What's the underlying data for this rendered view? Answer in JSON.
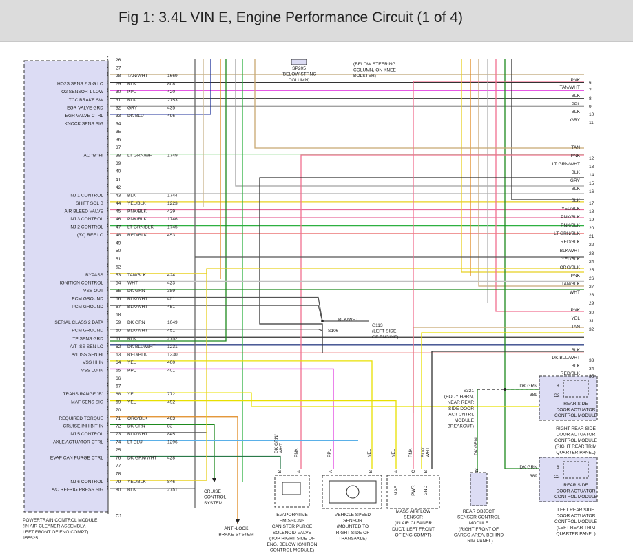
{
  "header": {
    "title": "Fig 1: 3.4L VIN E, Engine Performance Circuit (1 of 4)"
  },
  "colors": {
    "tan_wht": "#c8b48c",
    "blk": "#333333",
    "ppl": "#e040e0",
    "gry": "#a0a0a0",
    "dk_blu": "#1c2f9a",
    "lt_grn_wht": "#66cc66",
    "yel_blk": "#e8d020",
    "pnk_blk": "#e86a9a",
    "pnk": "#f07090",
    "lt_grn_blk": "#2db040",
    "red_blk": "#e23030",
    "tan_blk": "#c8a878",
    "dk_grn": "#1e8a1e",
    "yel": "#e8e000",
    "blk_wht": "#555555",
    "org_blk": "#e08a20",
    "lt_blu": "#5ab0e8",
    "tan": "#c8a870",
    "pcm_fill": "#dcdcf4"
  },
  "pcm": {
    "label_lines": [
      "POWERTRAIN CONTROL MODULE",
      "(IN AIR CLEANER ASSEMBLY,",
      "LEFT FRONT OF ENG COMPT)"
    ],
    "part_number": "155525",
    "connector_id": "C1",
    "pins": [
      {
        "pin": "26",
        "func": "",
        "color": "",
        "circuit": ""
      },
      {
        "pin": "27",
        "func": "",
        "color": "",
        "circuit": ""
      },
      {
        "pin": "28",
        "func": "",
        "color": "TAN/WHT",
        "circuit": "1669"
      },
      {
        "pin": "29",
        "func": "HO2S SENS 2 SIG LO",
        "color": "BLK",
        "circuit": "808"
      },
      {
        "pin": "30",
        "func": "O2 SENSOR 1 LOW",
        "color": "PPL",
        "circuit": "420"
      },
      {
        "pin": "31",
        "func": "TCC BRAKE SW",
        "color": "BLK",
        "circuit": "2753"
      },
      {
        "pin": "32",
        "func": "EGR VALVE GRD",
        "color": "GRY",
        "circuit": "435"
      },
      {
        "pin": "33",
        "func": "EGR VALVE CTRL",
        "color": "DK BLU",
        "circuit": "496"
      },
      {
        "pin": "34",
        "func": "KNOCK SENS SIG",
        "color": "",
        "circuit": ""
      },
      {
        "pin": "35",
        "func": "",
        "color": "",
        "circuit": ""
      },
      {
        "pin": "36",
        "func": "",
        "color": "",
        "circuit": ""
      },
      {
        "pin": "37",
        "func": "",
        "color": "",
        "circuit": ""
      },
      {
        "pin": "38",
        "func": "IAC \"B\" HI",
        "color": "LT GRN/WHT",
        "circuit": "1749"
      },
      {
        "pin": "39",
        "func": "",
        "color": "",
        "circuit": ""
      },
      {
        "pin": "40",
        "func": "",
        "color": "",
        "circuit": ""
      },
      {
        "pin": "41",
        "func": "",
        "color": "",
        "circuit": ""
      },
      {
        "pin": "42",
        "func": "",
        "color": "",
        "circuit": ""
      },
      {
        "pin": "43",
        "func": "INJ 1 CONTROL",
        "color": "BLK",
        "circuit": "1744"
      },
      {
        "pin": "44",
        "func": "SHIFT SOL B",
        "color": "YEL/BLK",
        "circuit": "1223"
      },
      {
        "pin": "45",
        "func": "AIR BLEED VALVE",
        "color": "PNK/BLK",
        "circuit": "429"
      },
      {
        "pin": "46",
        "func": "INJ 3 CONTROL",
        "color": "PNK/BLK",
        "circuit": "1746"
      },
      {
        "pin": "47",
        "func": "INJ 2 CONTROL",
        "color": "LT GRN/BLK",
        "circuit": "1745"
      },
      {
        "pin": "48",
        "func": "(3X) REF LO",
        "color": "RED/BLK",
        "circuit": "453"
      },
      {
        "pin": "49",
        "func": "",
        "color": "",
        "circuit": ""
      },
      {
        "pin": "50",
        "func": "",
        "color": "",
        "circuit": ""
      },
      {
        "pin": "51",
        "func": "",
        "color": "",
        "circuit": ""
      },
      {
        "pin": "52",
        "func": "",
        "color": "",
        "circuit": ""
      },
      {
        "pin": "53",
        "func": "BYPASS",
        "color": "TAN/BLK",
        "circuit": "424"
      },
      {
        "pin": "54",
        "func": "IGNITION CONTROL",
        "color": "WHT",
        "circuit": "423"
      },
      {
        "pin": "55",
        "func": "VSS OUT",
        "color": "DK GRN",
        "circuit": "389"
      },
      {
        "pin": "56",
        "func": "PCM GROUND",
        "color": "BLK/WHT",
        "circuit": "451"
      },
      {
        "pin": "57",
        "func": "PCM GROUND",
        "color": "BLK/WHT",
        "circuit": "451"
      },
      {
        "pin": "58",
        "func": "",
        "color": "",
        "circuit": ""
      },
      {
        "pin": "59",
        "func": "SERIAL CLASS 2 DATA",
        "color": "DK GRN",
        "circuit": "1049"
      },
      {
        "pin": "60",
        "func": "PCM GROUND",
        "color": "BLK/WHT",
        "circuit": "451"
      },
      {
        "pin": "61",
        "func": "TP SENS GRD",
        "color": "BLK",
        "circuit": "2752"
      },
      {
        "pin": "62",
        "func": "A/T ISS SEN LO",
        "color": "DK BLU/WHT",
        "circuit": "1231"
      },
      {
        "pin": "63",
        "func": "A/T ISS SEN HI",
        "color": "RED/BLK",
        "circuit": "1230"
      },
      {
        "pin": "64",
        "func": "VSS HI IN",
        "color": "YEL",
        "circuit": "400"
      },
      {
        "pin": "65",
        "func": "VSS LO IN",
        "color": "PPL",
        "circuit": "401"
      },
      {
        "pin": "66",
        "func": "",
        "color": "",
        "circuit": ""
      },
      {
        "pin": "67",
        "func": "",
        "color": "",
        "circuit": ""
      },
      {
        "pin": "68",
        "func": "TRANS RANGE \"B\"",
        "color": "YEL",
        "circuit": "772"
      },
      {
        "pin": "69",
        "func": "MAF SENS SIG",
        "color": "YEL",
        "circuit": "492"
      },
      {
        "pin": "70",
        "func": "",
        "color": "",
        "circuit": ""
      },
      {
        "pin": "71",
        "func": "REQUIRED TORQUE",
        "color": "ORG/BLK",
        "circuit": "463"
      },
      {
        "pin": "72",
        "func": "CRUISE INHIBIT IN",
        "color": "DK GRN",
        "circuit": "83"
      },
      {
        "pin": "73",
        "func": "INJ 5 CONTROL",
        "color": "BLK/WHT",
        "circuit": "845"
      },
      {
        "pin": "74",
        "func": "AXLE ACTUATOR CTRL",
        "color": "LT BLU",
        "circuit": "1296"
      },
      {
        "pin": "75",
        "func": "",
        "color": "",
        "circuit": ""
      },
      {
        "pin": "76",
        "func": "EVAP CAN PURGE CTRL",
        "color": "DK GRN/WHT",
        "circuit": "428"
      },
      {
        "pin": "77",
        "func": "",
        "color": "",
        "circuit": ""
      },
      {
        "pin": "78",
        "func": "",
        "color": "",
        "circuit": ""
      },
      {
        "pin": "79",
        "func": "INJ 6 CONTROL",
        "color": "YEL/BLK",
        "circuit": "846"
      },
      {
        "pin": "80",
        "func": "A/C REFRIG PRESS SIG",
        "color": "BLK",
        "circuit": "2751"
      }
    ]
  },
  "right_wires": [
    {
      "n": "6",
      "color": "PNK"
    },
    {
      "n": "7",
      "color": "TAN/WHT"
    },
    {
      "n": "8",
      "color": "BLK"
    },
    {
      "n": "9",
      "color": "PPL"
    },
    {
      "n": "10",
      "color": "BLK"
    },
    {
      "n": "11",
      "color": "GRY"
    },
    {
      "n": "",
      "color": "TAN"
    },
    {
      "n": "12",
      "color": "PNK"
    },
    {
      "n": "13",
      "color": "LT GRN/WHT"
    },
    {
      "n": "14",
      "color": "BLK"
    },
    {
      "n": "15",
      "color": "GRY"
    },
    {
      "n": "16",
      "color": "BLK"
    },
    {
      "n": "17",
      "color": "BLK"
    },
    {
      "n": "18",
      "color": "YEL/BLK"
    },
    {
      "n": "19",
      "color": "PNK/BLK"
    },
    {
      "n": "20",
      "color": "PNK/BLK"
    },
    {
      "n": "21",
      "color": "LT GRN/BLK"
    },
    {
      "n": "22",
      "color": "RED/BLK"
    },
    {
      "n": "23",
      "color": "BLK/WHT"
    },
    {
      "n": "24",
      "color": "YEL/BLK"
    },
    {
      "n": "25",
      "color": "ORG/BLK"
    },
    {
      "n": "26",
      "color": "PNK"
    },
    {
      "n": "27",
      "color": "TAN/BLK"
    },
    {
      "n": "28",
      "color": "WHT"
    },
    {
      "n": "29",
      "color": ""
    },
    {
      "n": "30",
      "color": "PNK"
    },
    {
      "n": "31",
      "color": "YEL"
    },
    {
      "n": "32",
      "color": "TAN"
    },
    {
      "n": "",
      "color": "BLK"
    },
    {
      "n": "33",
      "color": "DK BLU/WHT"
    },
    {
      "n": "34",
      "color": "BLK"
    },
    {
      "n": "35",
      "color": "RED/BLK"
    }
  ],
  "labels": {
    "sp205": [
      "SP205",
      "(BELOW STRNG",
      "COLUMN)"
    ],
    "steering": [
      "(BELOW STEERING",
      "COLUMN, ON KNEE",
      "BOLSTER)"
    ],
    "s106": "S106",
    "g113_wire": "BLK/WHT",
    "g113": [
      "G113",
      "(LEFT SIDE",
      "OF ENGINE)"
    ],
    "s321": [
      "S321",
      "(BODY HARN,",
      "NEAR REAR",
      "SIDE DOOR",
      "ACT CNTRL",
      "MODULE",
      "BREAKOUT)"
    ],
    "cruise": [
      "CRUISE",
      "CONTROL",
      "SYSTEM"
    ],
    "abs": [
      "ANTI-LOCK",
      "BRAKE SYSTEM"
    ],
    "evap": [
      "EVAPORATIVE",
      "EMISSIONS",
      "CANISTER PURGE",
      "SOLENOID VALVE",
      "(TOP RIGHT SIDE OF",
      "ENG, BELOW IGNITION",
      "CONTROL MODULE)"
    ],
    "vss": [
      "VEHICLE SPEED",
      "SENSOR",
      "(MOUNTED TO",
      "RIGHT SIDE OF",
      "TRANSAXLE)"
    ],
    "maf": [
      "MASS AIRFLOW",
      "SENSOR",
      "(IN AIR CLEANER",
      "DUCT, LEFT FRONT",
      "OF ENG COMPT)"
    ],
    "rear_obj": [
      "REAR OBJECT",
      "SENSOR CONTROL",
      "MODULE",
      "(RIGHT FRONT OF",
      "CARGO AREA, BEHIND",
      "TRIM PANEL)"
    ],
    "right_door_box": [
      "REAR SIDE",
      "DOOR ACTUATOR",
      "CONTROL MODULE"
    ],
    "right_door_desc": [
      "RIGHT REAR SIDE",
      "DOOR ACTUATOR",
      "CONTROL MODULE",
      "(RIGHT REAR TRIM",
      "QUARTER PANEL)"
    ],
    "left_door_desc": [
      "LEFT REAR SIDE",
      "DOOR ACTUATOR",
      "CONTROL MODULE",
      "(LEFT REAR TRIM",
      "QUARTER PANEL)"
    ],
    "dk_grn": "DK GRN",
    "ckt_389": "389",
    "pin_8": "8",
    "c2": "C2",
    "pin_18": "18",
    "evap_pins": {
      "b_wire": [
        "DK GRN/",
        "WHT"
      ],
      "a_wire": "PNK",
      "b": "B",
      "a": "A"
    },
    "vss_pins": {
      "a_wire": "PPL",
      "b_wire": "YEL",
      "a": "A",
      "b": "B"
    },
    "maf_pins": {
      "wires": [
        "YEL",
        "PNK",
        "BLK/\nWHT"
      ],
      "pins": [
        "A",
        "C",
        "B"
      ],
      "fn": [
        "MAF",
        "PWR",
        "GND"
      ]
    }
  }
}
